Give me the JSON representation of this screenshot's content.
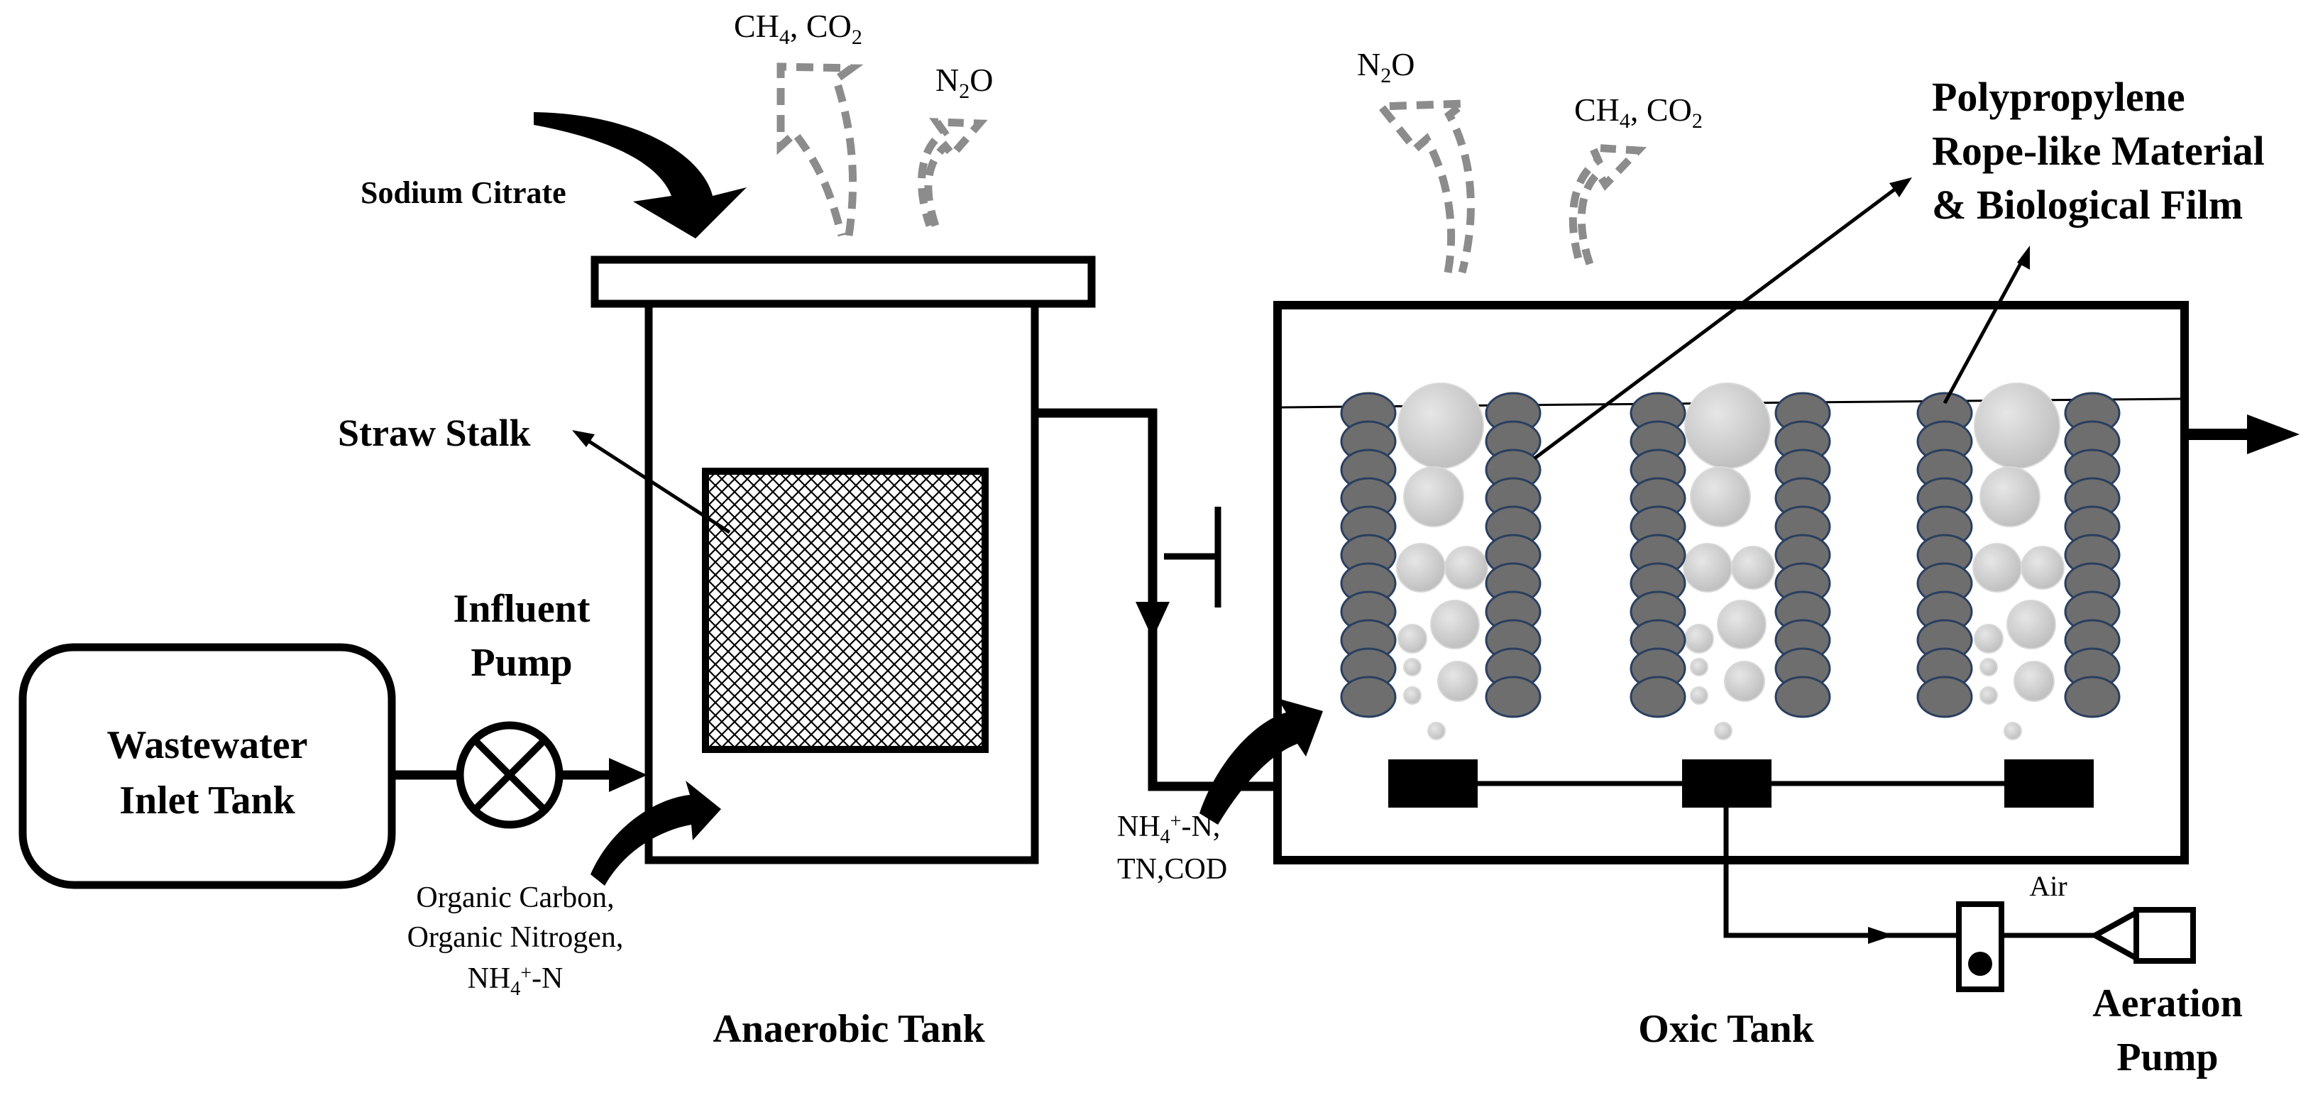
{
  "colors": {
    "ink": "#000000",
    "gas_arrow": "#8c8c8c",
    "rope": "#6e6e6e",
    "rope_outline": "#2a3f5f",
    "bubble": "#c8c8c8",
    "mesh": "#000000"
  },
  "labels": {
    "wastewater_tank": [
      "Wastewater",
      "Inlet Tank"
    ],
    "influent_pump": [
      "Influent",
      "Pump"
    ],
    "sodium_citrate": "Sodium Citrate",
    "straw_stalk": "Straw Stalk",
    "anaerobic_tank": "Anaerobic Tank",
    "oxic_tank": "Oxic Tank",
    "aeration_pump": [
      "Aeration",
      "Pump"
    ],
    "air": "Air",
    "polypropylene": [
      "Polypropylene",
      "Rope-like Material",
      "& Biological Film"
    ],
    "influent_components": [
      "Organic Carbon,",
      "Organic Nitrogen,",
      "NH4+-N"
    ],
    "transfer_components": [
      "NH4+-N,",
      "TN,COD"
    ],
    "gas_anaerobic_1": "CH4, CO2",
    "gas_anaerobic_2": "N2O",
    "gas_oxic_1": "N2O",
    "gas_oxic_2": "CH4, CO2"
  },
  "icons": {
    "pump": "circle-cross-icon",
    "air_valve": "valve-icon",
    "air_pump": "triangle-pump-icon",
    "dosing": "curved-arrow-icon",
    "gas_emission": "dashed-curved-arrow-icon"
  }
}
